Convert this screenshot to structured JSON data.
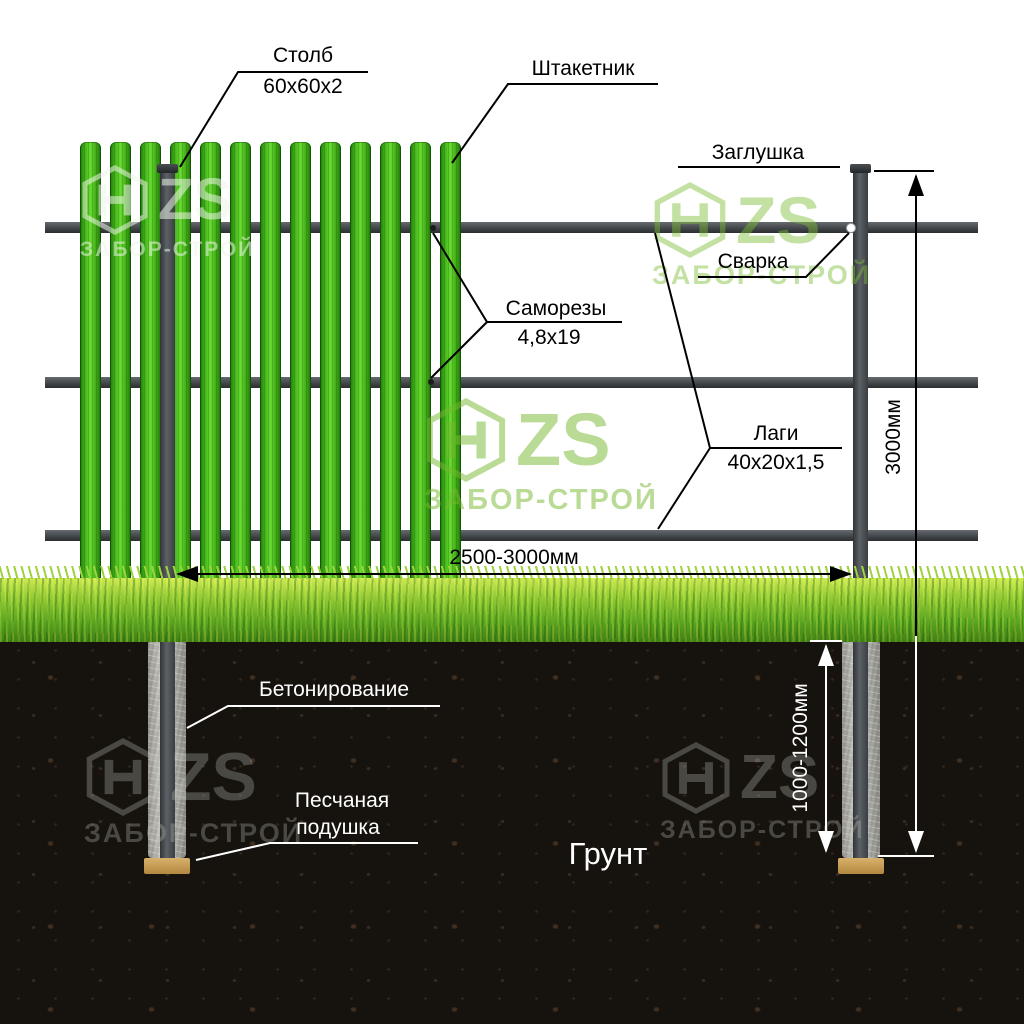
{
  "labels": {
    "post": {
      "name": "Столб",
      "size": "60х60х2"
    },
    "picket": "Штакетник",
    "cap": "Заглушка",
    "weld": "Сварка",
    "screws": {
      "name": "Саморезы",
      "size": "4,8х19"
    },
    "rails": {
      "name": "Лаги",
      "size": "40х20х1,5"
    },
    "concrete": "Бетонирование",
    "sand_cushion": {
      "line1": "Песчаная",
      "line2": "подушка"
    },
    "ground": "Грунт"
  },
  "dimensions": {
    "post_spacing": "2500-3000мм",
    "post_height": "3000мм",
    "embed_depth": "1000-1200мм"
  },
  "watermark": {
    "logo": "ZS",
    "brand": "ЗАБОР-СТРОЙ"
  },
  "diagram": {
    "picket_count": 13
  }
}
